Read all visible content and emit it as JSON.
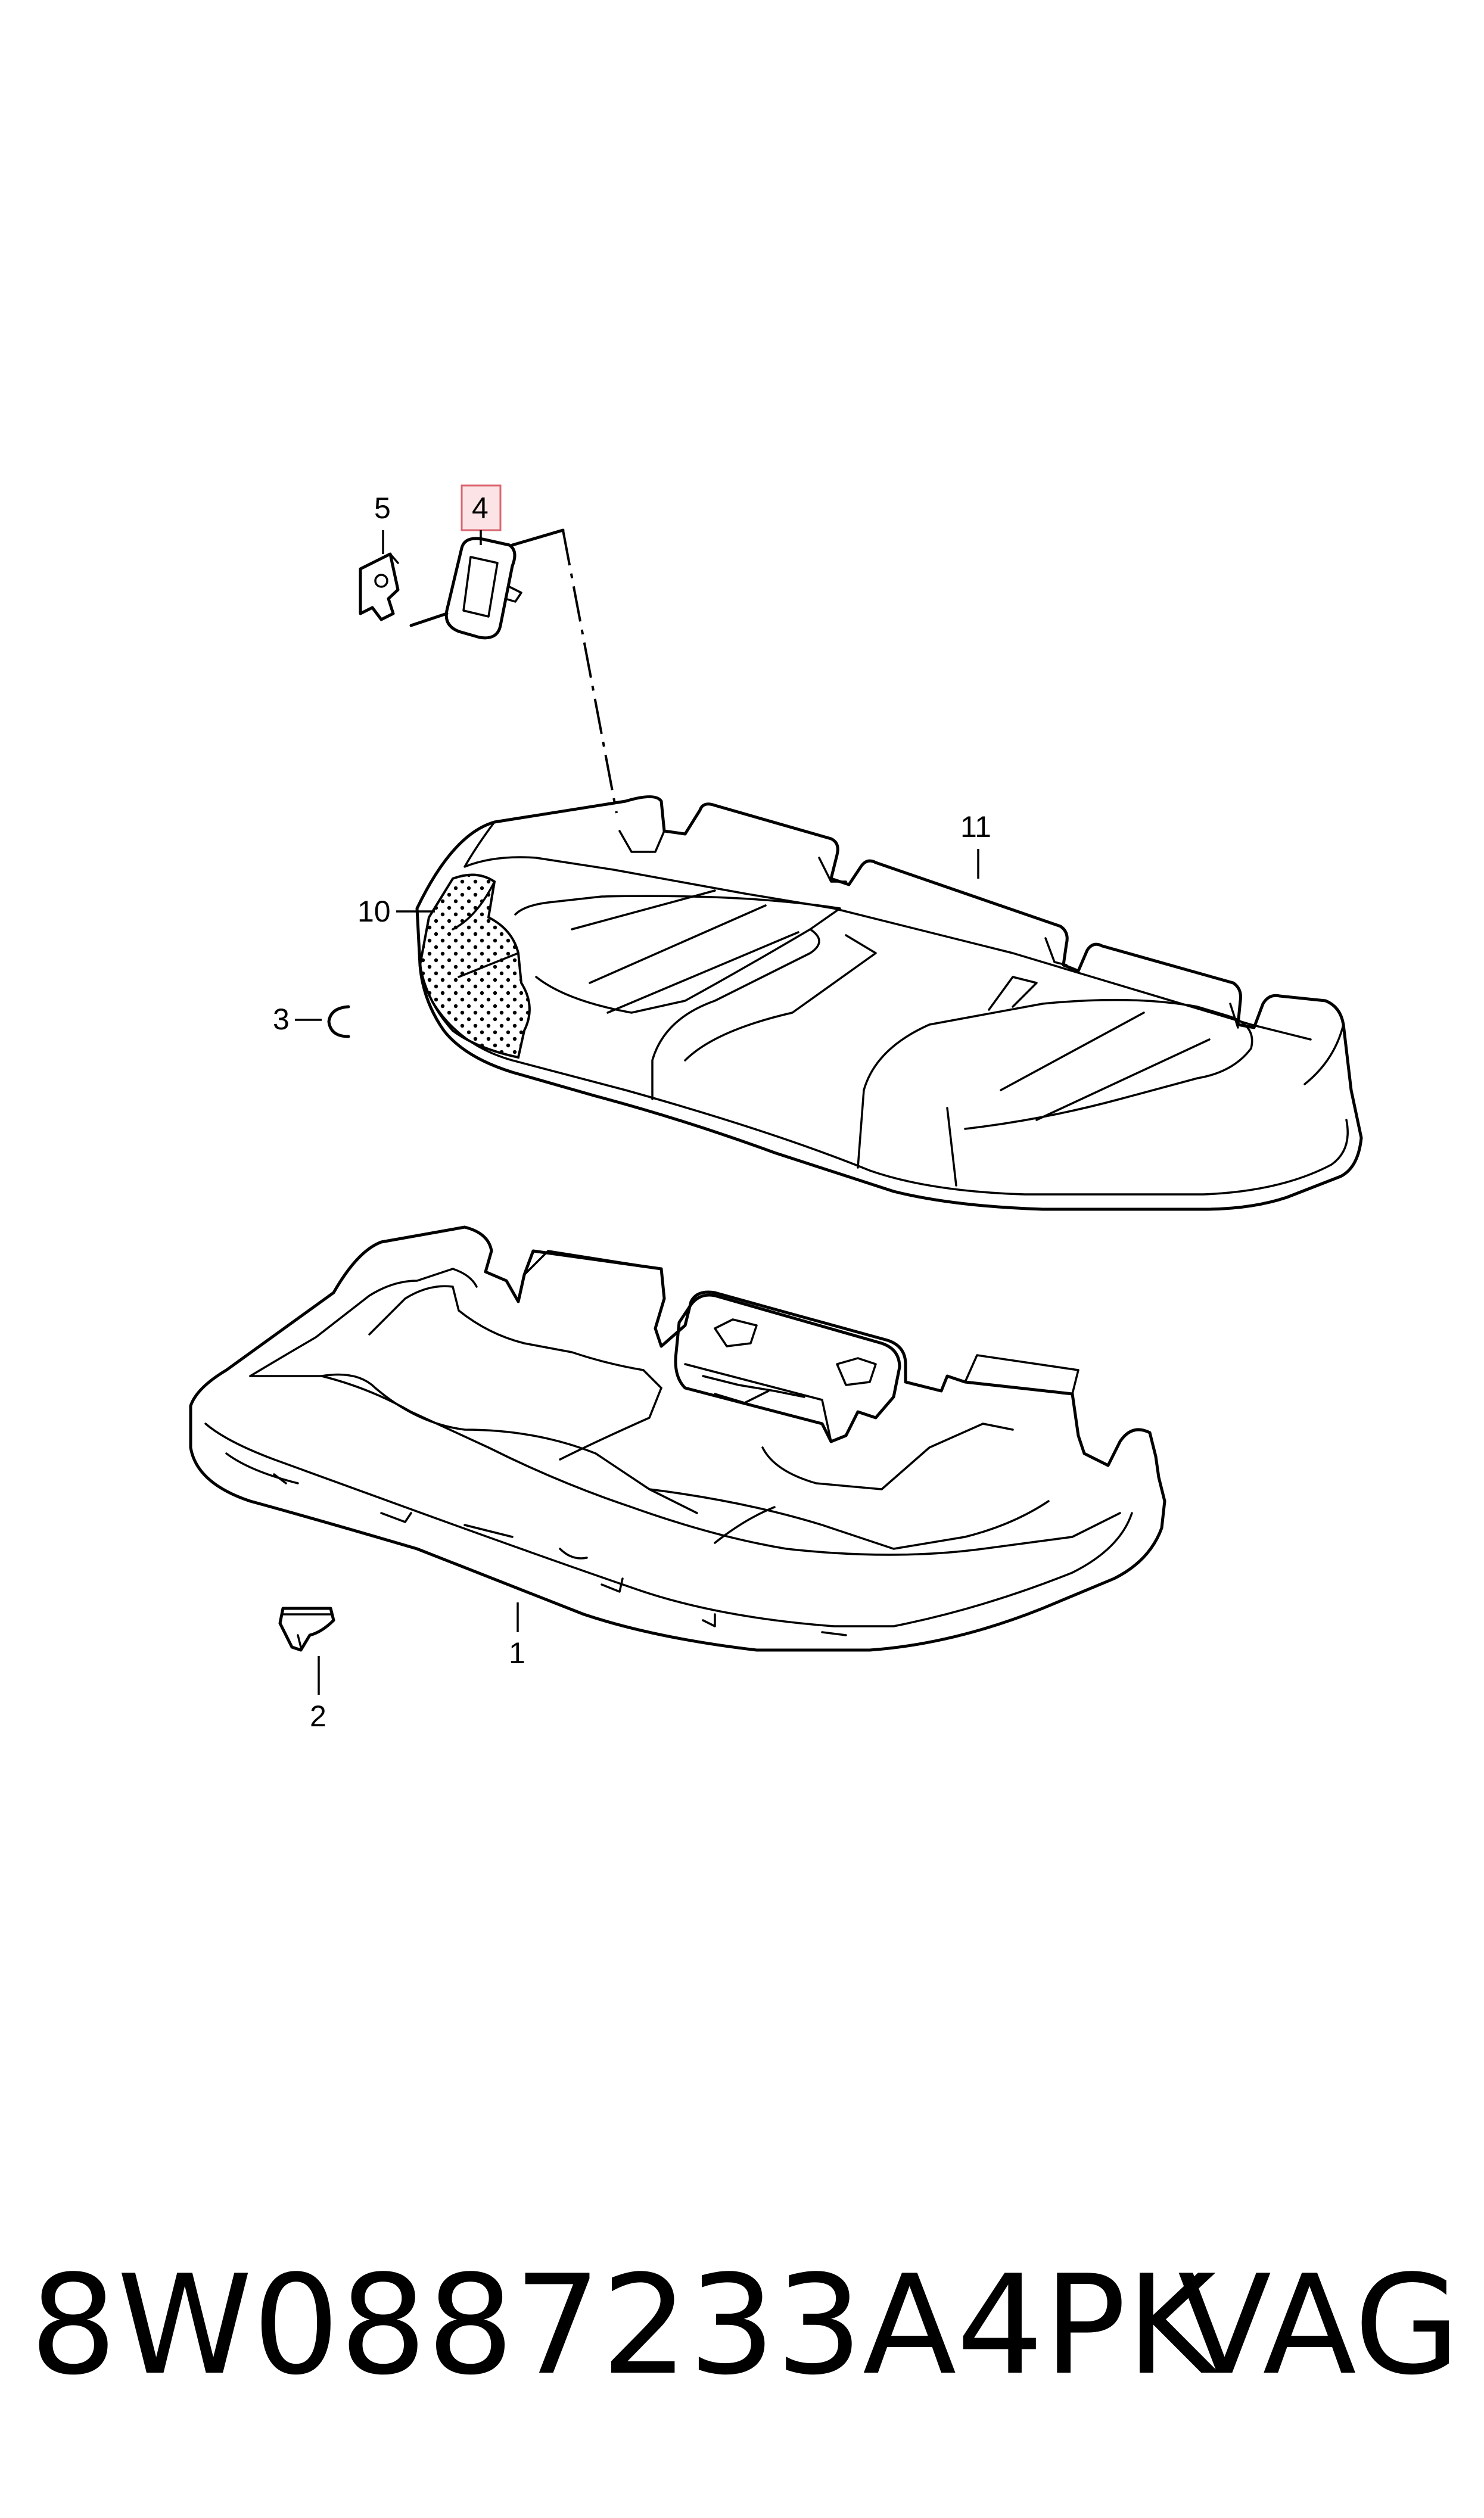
{
  "callouts": {
    "c1": "1",
    "c2": "2",
    "c3": "3",
    "c4": "4",
    "c5": "5",
    "c10": "10",
    "c11": "11"
  },
  "highlighted_callout": "4",
  "colors": {
    "highlight_fill": "#fbe3e6",
    "highlight_stroke": "#d9656f",
    "line": "#000000"
  },
  "footer": {
    "part_number": "8W0887233A4PK",
    "brand": "VAG"
  }
}
